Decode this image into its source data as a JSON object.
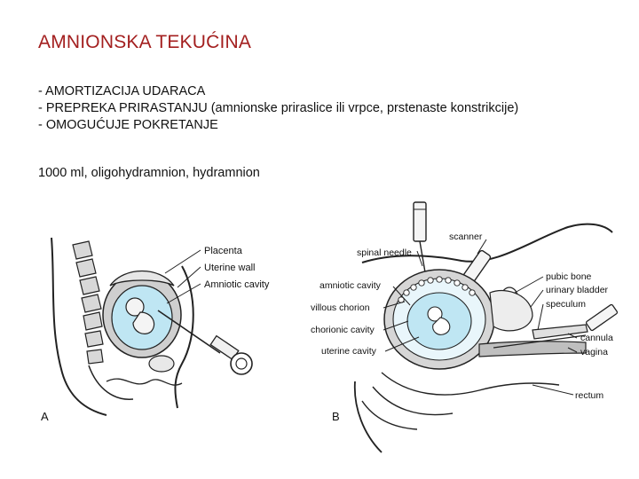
{
  "slide": {
    "title": "AMNIONSKA TEKUĆINA",
    "bullets": [
      "- AMORTIZACIJA UDARACA",
      "- PREPREKA PRIRASTANJU (amnionske priraslice ili vrpce, prstenaste konstrikcije)",
      "- OMOGUĆUJE POKRETANJE"
    ],
    "note": "1000 ml, oligohydramnion, hydramnion"
  },
  "figure_a": {
    "panel_label": "A",
    "labels": [
      "Placenta",
      "Uterine wall",
      "Amniotic cavity"
    ]
  },
  "figure_b": {
    "panel_label": "B",
    "labels": {
      "spinal_needle": "spinal needle",
      "scanner": "scanner",
      "pubic_bone": "pubic bone",
      "urinary_bladder": "urinary bladder",
      "speculum": "speculum",
      "amniotic_cavity": "amniotic cavity",
      "villous_chorion": "villous chorion",
      "chorionic_cavity": "chorionic cavity",
      "uterine_cavity": "uterine cavity",
      "cannula": "cannula",
      "vagina": "vagina",
      "rectum": "rectum"
    }
  },
  "colors": {
    "title": "#a31f1f",
    "fluid": "#bfe6f3",
    "tissue": "#cfcfcf",
    "line": "#222222"
  }
}
